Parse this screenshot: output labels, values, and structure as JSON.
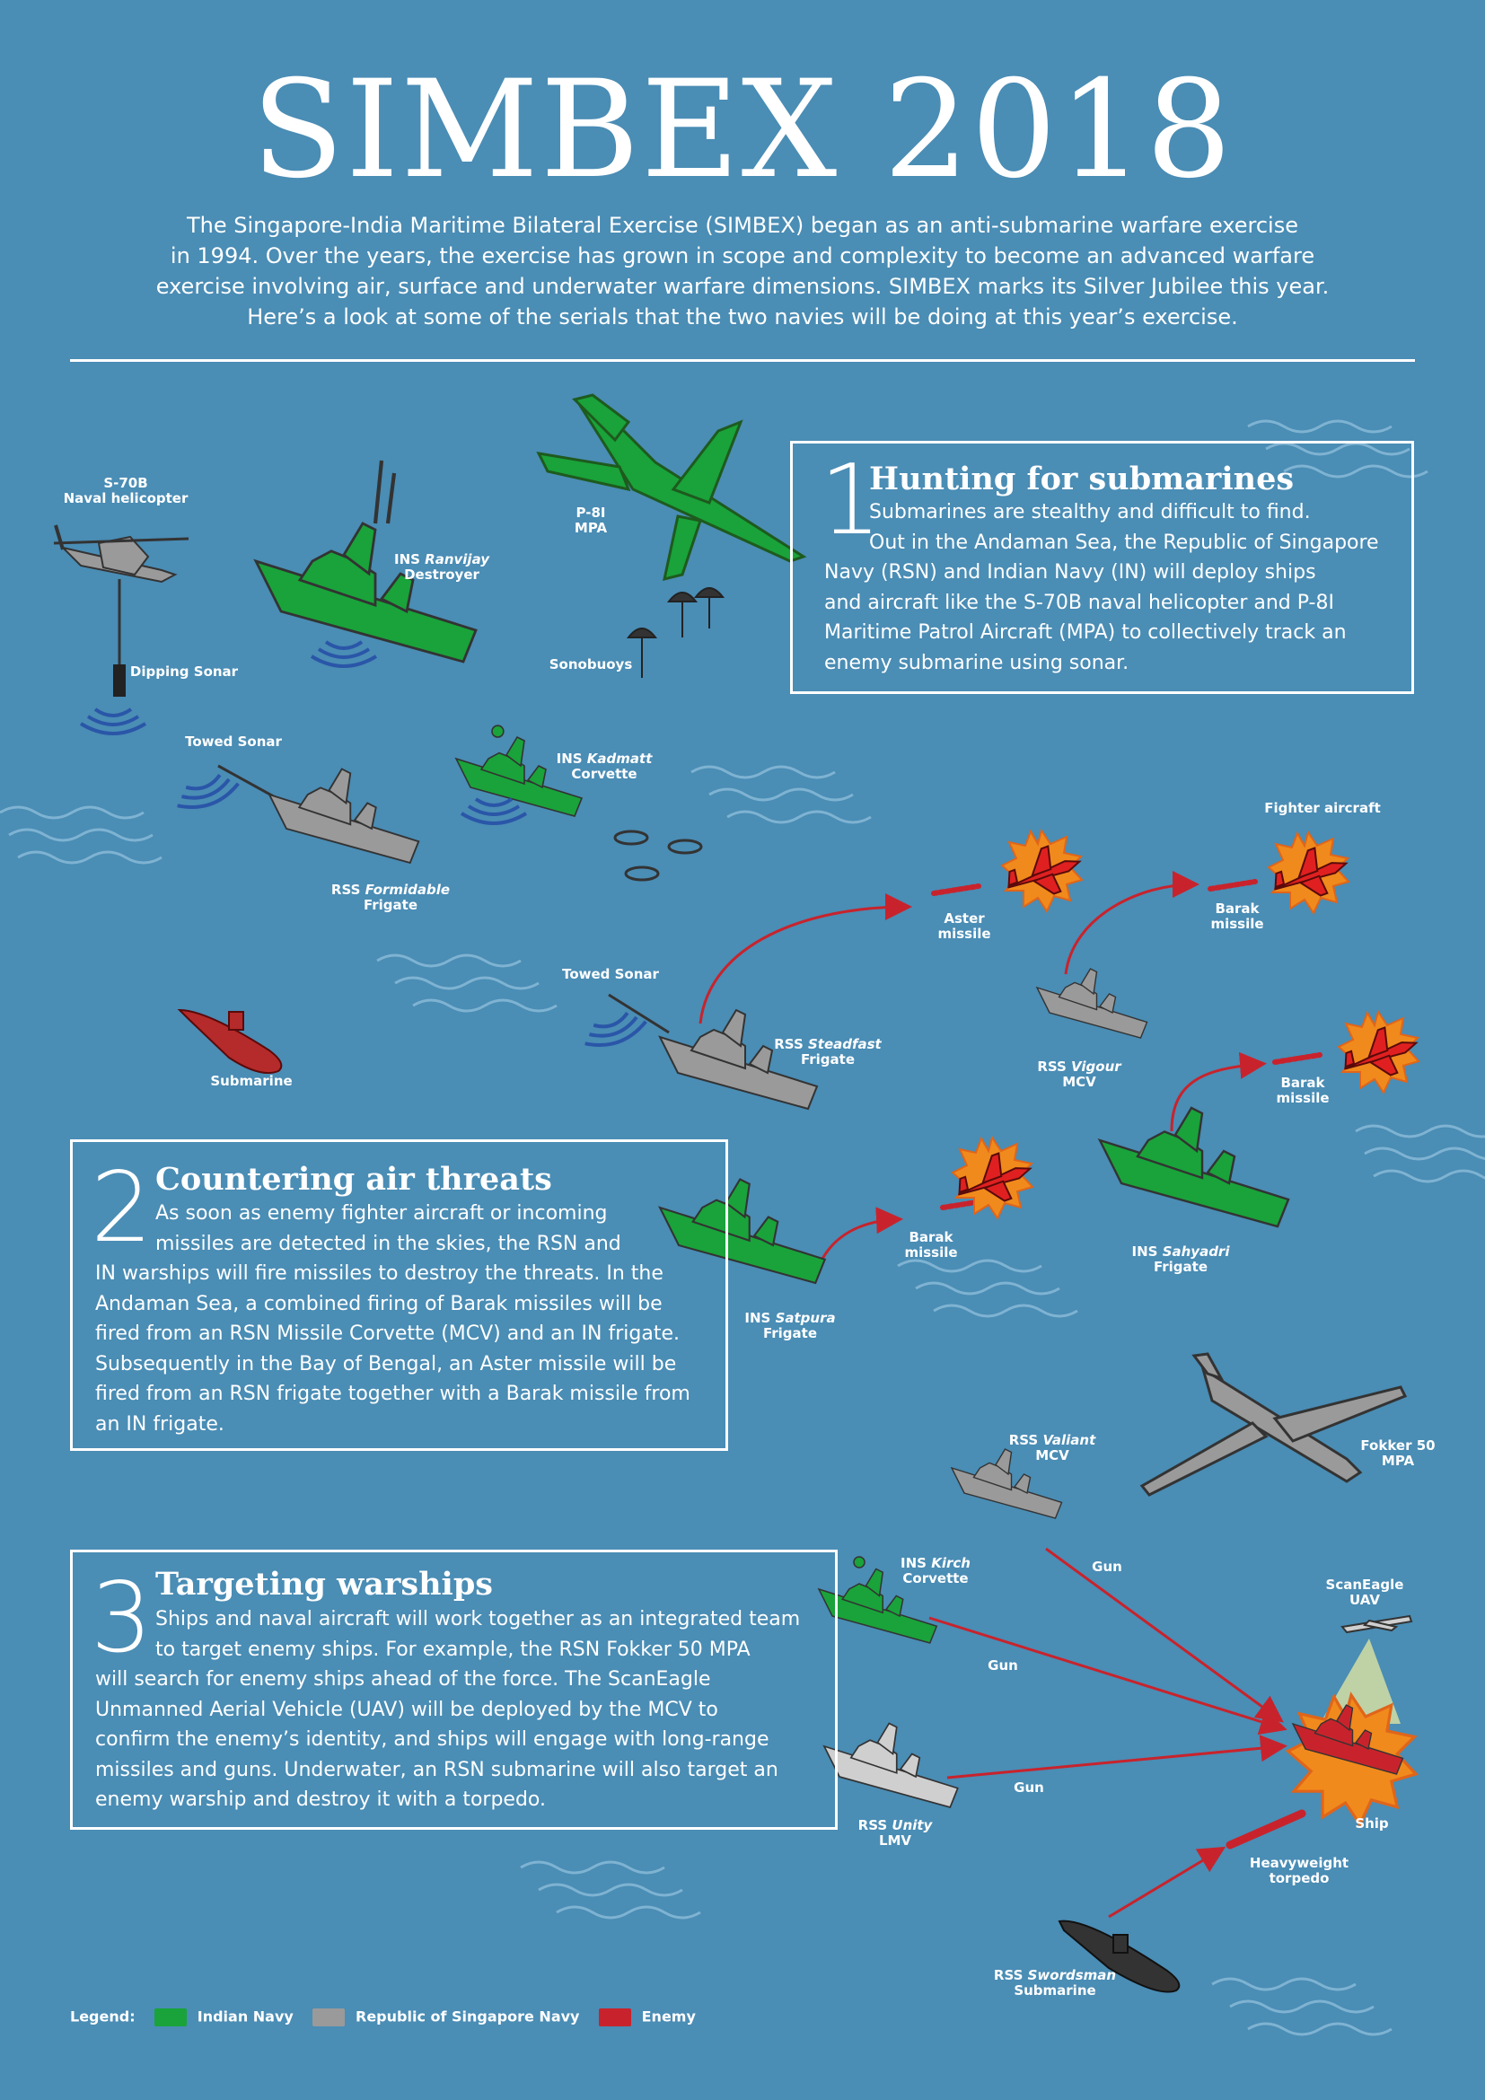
{
  "title": "SIMBEX 2018",
  "intro_lines": [
    "The Singapore-India Maritime Bilateral Exercise (SIMBEX) began as an anti-submarine warfare exercise",
    "in 1994. Over the years, the exercise has grown in scope and complexity to become an advanced warfare",
    "exercise involving air, surface and underwater warfare dimensions. SIMBEX marks its Silver Jubilee this year.",
    "Here’s a look at some of the serials that the two navies will be doing at this year’s exercise."
  ],
  "panels": [
    {
      "number": "1",
      "title": "Hunting for submarines",
      "lines": [
        "Submarines are stealthy and difficult to find.",
        "Out in the Andaman Sea, the Republic of Singapore",
        "Navy (RSN) and Indian Navy (IN) will deploy ships",
        "and aircraft like the S-70B naval helicopter and P-8I",
        "Maritime Patrol Aircraft (MPA) to collectively track an",
        "enemy submarine using sonar."
      ]
    },
    {
      "number": "2",
      "title": "Countering air threats",
      "lines": [
        "As soon as enemy fighter aircraft or incoming",
        "missiles are detected in the skies, the RSN and",
        "IN warships will fire missiles to destroy the threats. In the",
        "Andaman Sea, a combined firing of Barak missiles will be",
        "fired from an RSN Missile Corvette (MCV) and an IN frigate.",
        "Subsequently in the Bay of Bengal, an Aster missile will be",
        "fired from an RSN frigate together with a Barak missile from",
        "an IN frigate."
      ]
    },
    {
      "number": "3",
      "title": "Targeting warships",
      "lines": [
        "Ships and naval aircraft will work together as an integrated team",
        "to target enemy ships. For example, the RSN Fokker 50 MPA",
        "will search for enemy ships ahead of the force. The ScanEagle",
        "Unmanned Aerial Vehicle (UAV) will be deployed by the MCV to",
        "confirm the enemy’s identity, and ships will engage with long-range",
        "missiles and guns. Underwater, an RSN submarine will also target an",
        "enemy warship and destroy it with a torpedo."
      ]
    }
  ],
  "labels": {
    "s70b": [
      "S-70B",
      "Naval helicopter"
    ],
    "dipping_sonar": "Dipping Sonar",
    "ranvijay": {
      "prefix": "INS ",
      "name": "Ranvijay",
      "type": "Destroyer"
    },
    "p8i": [
      "P-8I",
      "MPA"
    ],
    "sonobuoys": "Sonobuoys",
    "towed_sonar_1": "Towed Sonar",
    "formidable": {
      "prefix": "RSS ",
      "name": "Formidable",
      "type": "Frigate"
    },
    "kadmatt": {
      "prefix": "INS ",
      "name": "Kadmatt",
      "type": "Corvette"
    },
    "fighter_aircraft": "Fighter aircraft",
    "aster_missile": [
      "Aster",
      "missile"
    ],
    "barak_missile_1": [
      "Barak",
      "missile"
    ],
    "barak_missile_2": [
      "Barak",
      "missile"
    ],
    "barak_missile_3": [
      "Barak",
      "missile"
    ],
    "towed_sonar_2": "Towed Sonar",
    "steadfast": {
      "prefix": "RSS ",
      "name": "Steadfast",
      "type": "Frigate"
    },
    "vigour": {
      "prefix": "RSS ",
      "name": "Vigour",
      "type": "MCV"
    },
    "submarine": "Submarine",
    "satpura": {
      "prefix": "INS ",
      "name": "Satpura",
      "type": "Frigate"
    },
    "sahyadri": {
      "prefix": "INS ",
      "name": "Sahyadri",
      "type": "Frigate"
    },
    "valiant": {
      "prefix": "RSS ",
      "name": "Valiant",
      "type": "MCV"
    },
    "fokker": [
      "Fokker 50",
      "MPA"
    ],
    "kirch": {
      "prefix": "INS ",
      "name": "Kirch",
      "type": "Corvette"
    },
    "gun_1": "Gun",
    "gun_2": "Gun",
    "gun_3": "Gun",
    "scaneagle": [
      "ScanEagle",
      "UAV"
    ],
    "ship": "Ship",
    "unity": {
      "prefix": "RSS ",
      "name": "Unity",
      "type": "LMV"
    },
    "torpedo": [
      "Heavyweight",
      "torpedo"
    ],
    "swordsman": {
      "prefix": "RSS ",
      "name": "Swordsman",
      "type": "Submarine"
    }
  },
  "legend": {
    "label": "Legend:",
    "items": [
      {
        "name": "Indian Navy",
        "color": "#19a33a"
      },
      {
        "name": "Republic of Singapore Navy",
        "color": "#9a9a9a"
      },
      {
        "name": "Enemy",
        "color": "#c8232c"
      }
    ]
  },
  "colors": {
    "background": "#4a8db5",
    "indian_navy": "#19a33a",
    "rsn": "#9a9a9a",
    "enemy": "#c8232c",
    "explosion": "#f08a1c",
    "sonar": "#2a56a8"
  }
}
